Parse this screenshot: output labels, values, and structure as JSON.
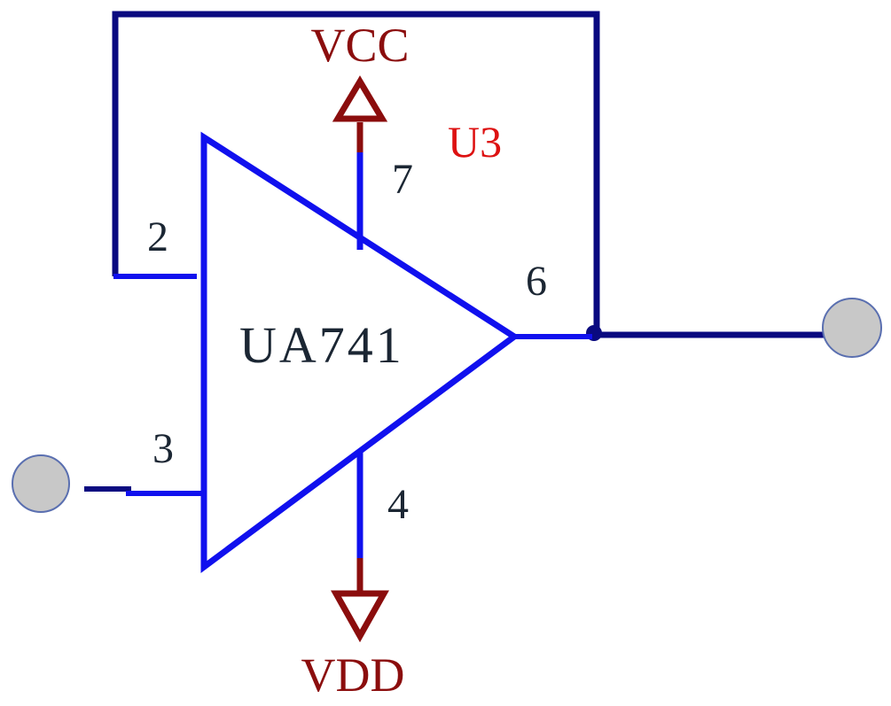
{
  "component": {
    "designator": "U3",
    "part_name": "UA741"
  },
  "pins": {
    "inverting": "2",
    "non_inverting": "3",
    "output": "6",
    "supply_positive": "7",
    "supply_negative": "4"
  },
  "power": {
    "positive_label": "VCC",
    "negative_label": "VDD"
  },
  "colors": {
    "symbol_blue": "#1010ee",
    "wire_navy": "#0a0a80",
    "power_red": "#8b0d0d",
    "designator_red": "#dd1111",
    "text_dark": "#1b2633",
    "port_fill": "#c8c8c8",
    "port_stroke": "#5a6fb0"
  }
}
